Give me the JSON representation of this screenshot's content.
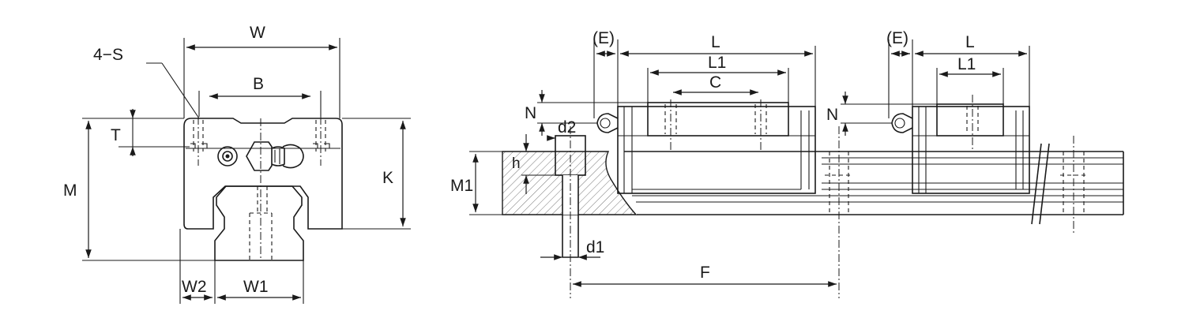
{
  "front_view": {
    "labels": {
      "W": "W",
      "four_s": "4−S",
      "B": "B",
      "T": "T",
      "M": "M",
      "K": "K",
      "W2": "W2",
      "W1": "W1"
    }
  },
  "side_view": {
    "labels": {
      "E_left": "(E)",
      "L_left": "L",
      "L1_left": "L1",
      "C": "C",
      "N_left": "N",
      "d2": "d2",
      "h": "h",
      "M1": "M1",
      "d1": "d1",
      "F": "F",
      "E_right": "(E)",
      "L_right": "L",
      "L1_right": "L1",
      "N_right": "N"
    }
  },
  "colors": {
    "line": "#1a1a1a",
    "background": "#ffffff"
  }
}
